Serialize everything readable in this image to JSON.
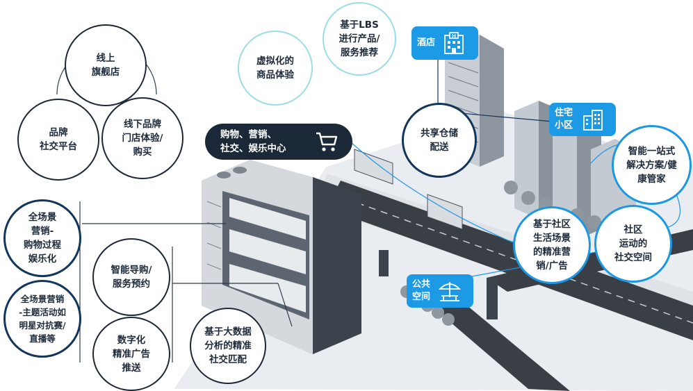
{
  "nodes": {
    "online_flagship": "线上\n旗舰店",
    "brand_social": "品牌\n社交平台",
    "offline_store": "线下品牌\n门店体验/\n购买",
    "virtual_experience": "虚拟化的\n商品体验",
    "lbs": "基于LBS\n进行产品/\n服务推荐",
    "shared_warehouse": "共享仓储\n配送",
    "smart_solution": "智能一站式\n解决方案/健\n康管家",
    "community_space": "社区\n运动的\n社交空间",
    "community_marketing": "基于社区\n生活场景\n的精准营\n销/广告",
    "full_scene_fun": "全场景\n营销-\n购物过程\n娱乐化",
    "full_scene_event": "全场景营销\n-主题活动如\n明星对抗赛/\n直播等",
    "smart_guide": "智能导购/\n服务预约",
    "digital_ads": "数字化\n精准广告\n推送",
    "bigdata_match": "基于大数据\n分析的精准\n社交匹配"
  },
  "hub": {
    "line1": "购物、营销、",
    "line2": "社交、娱乐中心",
    "icon": "shopping-cart-icon"
  },
  "tags": {
    "hotel": "酒店",
    "residential": "住宅\n小区",
    "public_space": "公共\n空间"
  },
  "colors": {
    "accent": "#1c97e4",
    "navy": "#12355c",
    "dark": "#1b2736",
    "teal": "#9bdde6"
  }
}
